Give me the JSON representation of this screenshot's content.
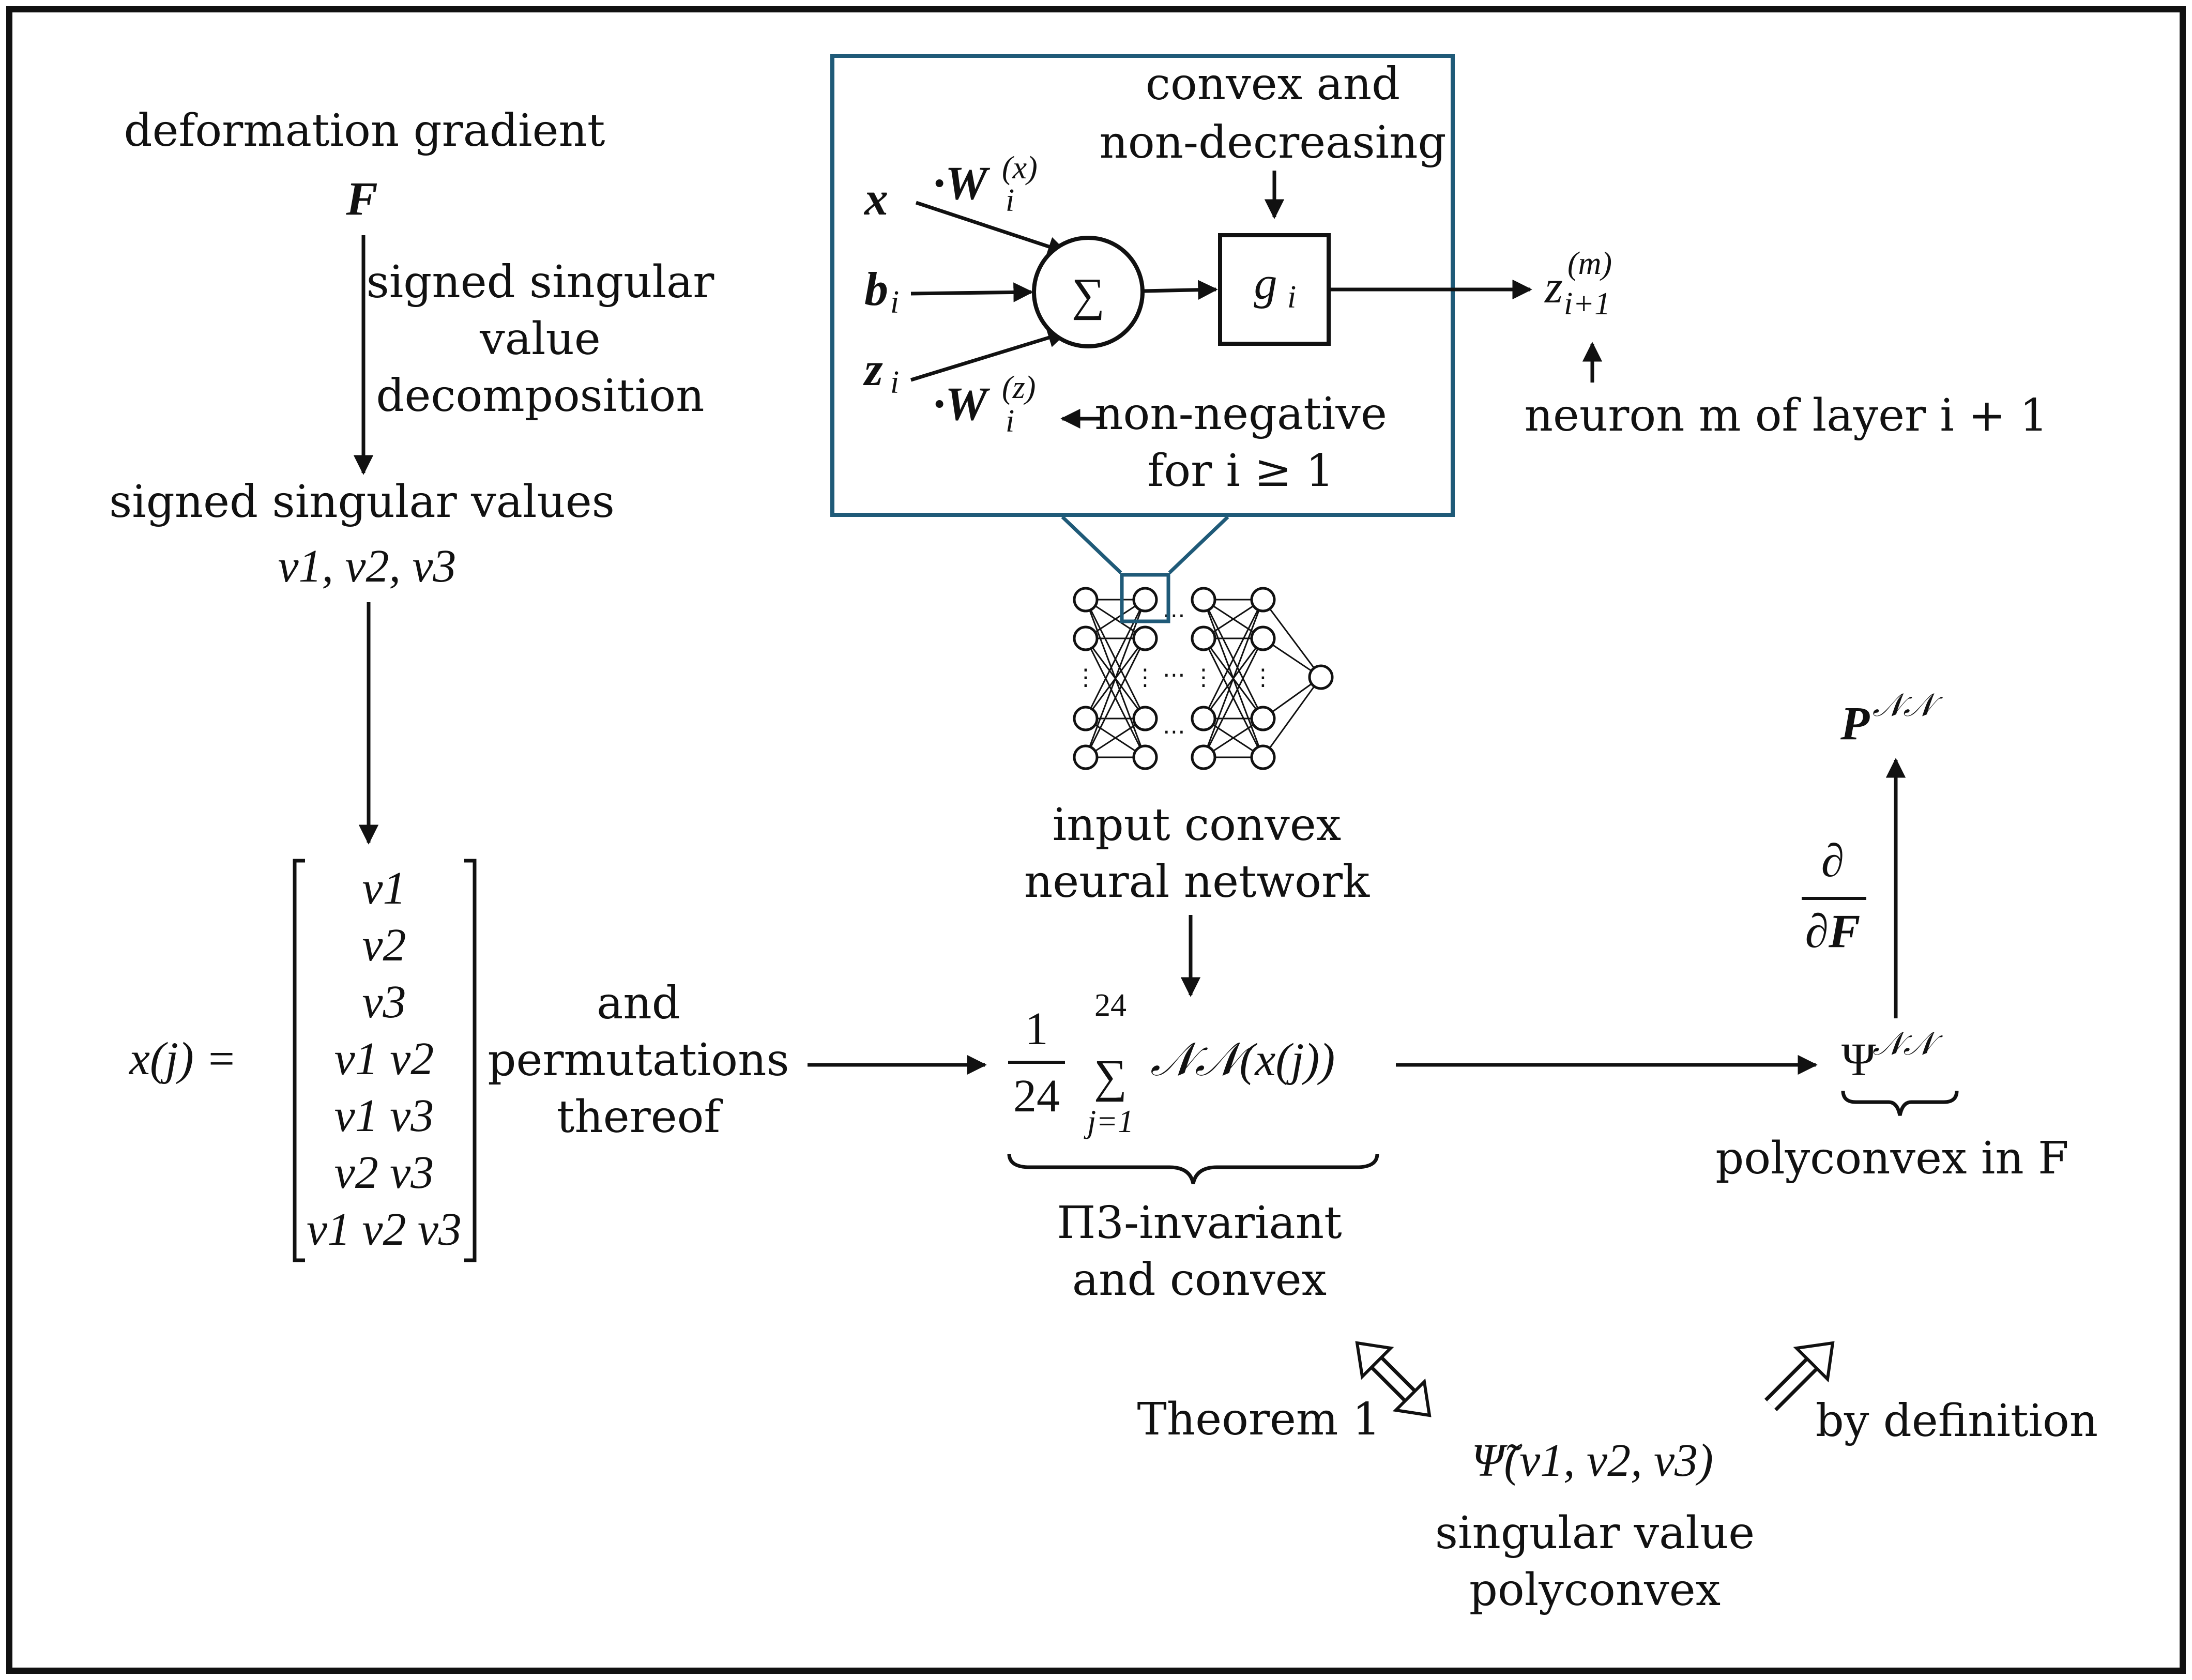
{
  "colors": {
    "frame": "#111111",
    "zoom_box": "#1f5a78",
    "text": "#111111"
  },
  "left_chain": {
    "title": "deformation gradient",
    "symbol_F": "F",
    "svd_line1": "signed singular",
    "svd_line2": "value",
    "svd_line3": "decomposition",
    "values_title": "signed singular values",
    "values_symbols": "ν1, ν2, ν3"
  },
  "input_vector": {
    "lhs": "x(j) =",
    "entries": [
      "ν1",
      "ν2",
      "ν3",
      "ν1 ν2",
      "ν1 ν3",
      "ν2 ν3",
      "ν1 ν2 ν3"
    ],
    "perm_line1": "and",
    "perm_line2": "permutations",
    "perm_line3": "thereof"
  },
  "neuron": {
    "top_label_line1": "convex and",
    "top_label_line2": "non-decreasing",
    "input_x": "x",
    "input_b": "b",
    "input_z": "z",
    "weight_x": "·W",
    "weight_z": "·W",
    "sum_symbol": "∑",
    "activation": "g",
    "output": "z",
    "nonneg_line1": "non-negative",
    "nonneg_line2": "for i ≥ 1",
    "neuron_caption": "neuron m of layer i + 1"
  },
  "network": {
    "caption_line1": "input convex",
    "caption_line2": "neural network"
  },
  "average": {
    "numerator": "1",
    "denominator": "24",
    "upper_limit": "24",
    "lower_limit": "j=1",
    "sum_symbol": "∑",
    "term": "𝒩𝒩(x(j))",
    "caption_line1": "Π3-invariant",
    "caption_line2": "and convex"
  },
  "potential": {
    "symbol": "Ψ",
    "superscript": "𝒩𝒩",
    "caption": "polyconvex in F"
  },
  "stress": {
    "symbol": "P",
    "superscript": "𝒩𝒩",
    "deriv_num": "∂",
    "deriv_den": "∂F"
  },
  "equivalence": {
    "theorem": "Theorem 1",
    "definition": "by definition",
    "psi_tilde": "Ψ̃(ν1, ν2, ν3)",
    "sv_line1": "singular value",
    "sv_line2": "polyconvex"
  }
}
